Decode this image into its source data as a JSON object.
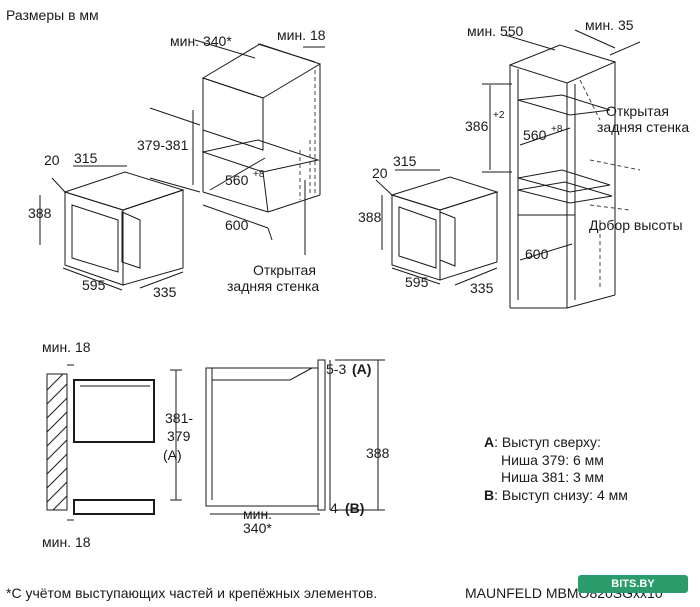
{
  "title": "Размеры в мм",
  "footnote": "*С учётом выступающих частей и крепёжных элементов.",
  "model": "MAUNFELD MBMO820SGxx10",
  "watermark": "BITS.BY",
  "diagram1": {
    "min340": "мин. 340*",
    "min18": "мин. 18",
    "h_range": "379-381",
    "w560": "560",
    "sup8": "+8",
    "d600": "600",
    "back_line1": "Открытая",
    "back_line2": "задняя стенка",
    "oven_d20": "20",
    "oven_d315": "315",
    "oven_h388": "388",
    "oven_w595": "595",
    "oven_d335": "335"
  },
  "diagram2": {
    "min550": "мин. 550",
    "min35": "мин. 35",
    "h386": "386",
    "sup2": "+2",
    "w560": "560",
    "sup8": "+8",
    "back_line1": "Открытая",
    "back_line2": "задняя стенка",
    "filler": "Добор высоты",
    "d600": "600",
    "oven_d20": "20",
    "oven_d315": "315",
    "oven_h388": "388",
    "oven_w595": "595",
    "oven_d335": "335"
  },
  "side_section": {
    "min18_top": "мин. 18",
    "min18_bottom": "мин. 18",
    "h381": "381-",
    "h379": "379",
    "label_a_paren": "(A)",
    "min_depth_line1": "мин.",
    "min_depth_line2": "340*",
    "proj_top": "5-3",
    "proj_top_label": "(A)",
    "proj_bottom": "4",
    "proj_bottom_label": "(B)",
    "h388": "388"
  },
  "legend": {
    "a_key": "A",
    "a_text": ": Выступ сверху:",
    "niche379": "Ниша 379: 6 мм",
    "niche381": "Ниша 381: 3 мм",
    "b_key": "B",
    "b_text": ": Выступ снизу: 4 мм"
  }
}
